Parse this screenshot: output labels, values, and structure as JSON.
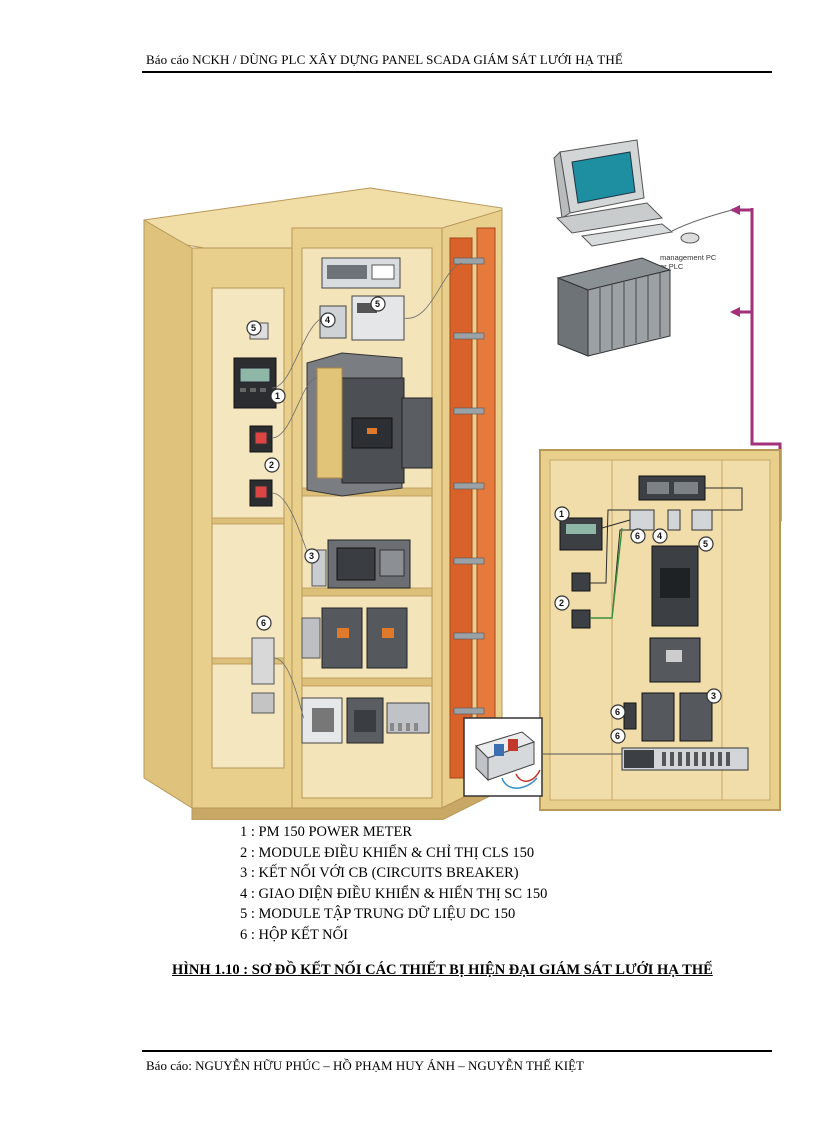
{
  "header": {
    "title": "Báo cáo NCKH / DÙNG PLC XÂY DỰNG PANEL SCADA GIÁM SÁT LƯỚI HẠ THẾ"
  },
  "figure": {
    "management_label_1": "management PC",
    "management_label_2": "or PLC",
    "cabinet_callouts": [
      "1",
      "2",
      "3",
      "4",
      "5",
      "6"
    ],
    "panel_callouts": [
      "1",
      "2",
      "3",
      "4",
      "5",
      "6"
    ]
  },
  "legend": [
    "1 : PM 150 POWER METER",
    "2 : MODULE ĐIỀU KHIỂN & CHỈ THỊ  CLS 150",
    "3 : KẾT NỐI VỚI CB (CIRCUITS BREAKER)",
    "4 : GIAO DIỆN ĐIỀU KHIỂN & HIỂN THỊ SC 150",
    "5 : MODULE TẬP TRUNG DỮ LIỆU DC 150",
    "6 : HỘP KẾT NỐI"
  ],
  "caption": "HÌNH 1.10 : SƠ ĐỒ KẾT NỐI CÁC THIẾT BỊ HIỆN ĐẠI GIÁM SÁT LƯỚI HẠ THẾ",
  "footer": {
    "authors": "Báo cáo: NGUYỄN HỮU PHÚC – HỒ PHẠM HUY ÁNH – NGUYỄN THẾ KIỆT"
  },
  "colors": {
    "cabinet": "#e8cf8c",
    "cabinet_edge": "#b8975a",
    "busbar": "#d9622a",
    "link": "#a3307a",
    "screen": "#1d8fa0"
  }
}
